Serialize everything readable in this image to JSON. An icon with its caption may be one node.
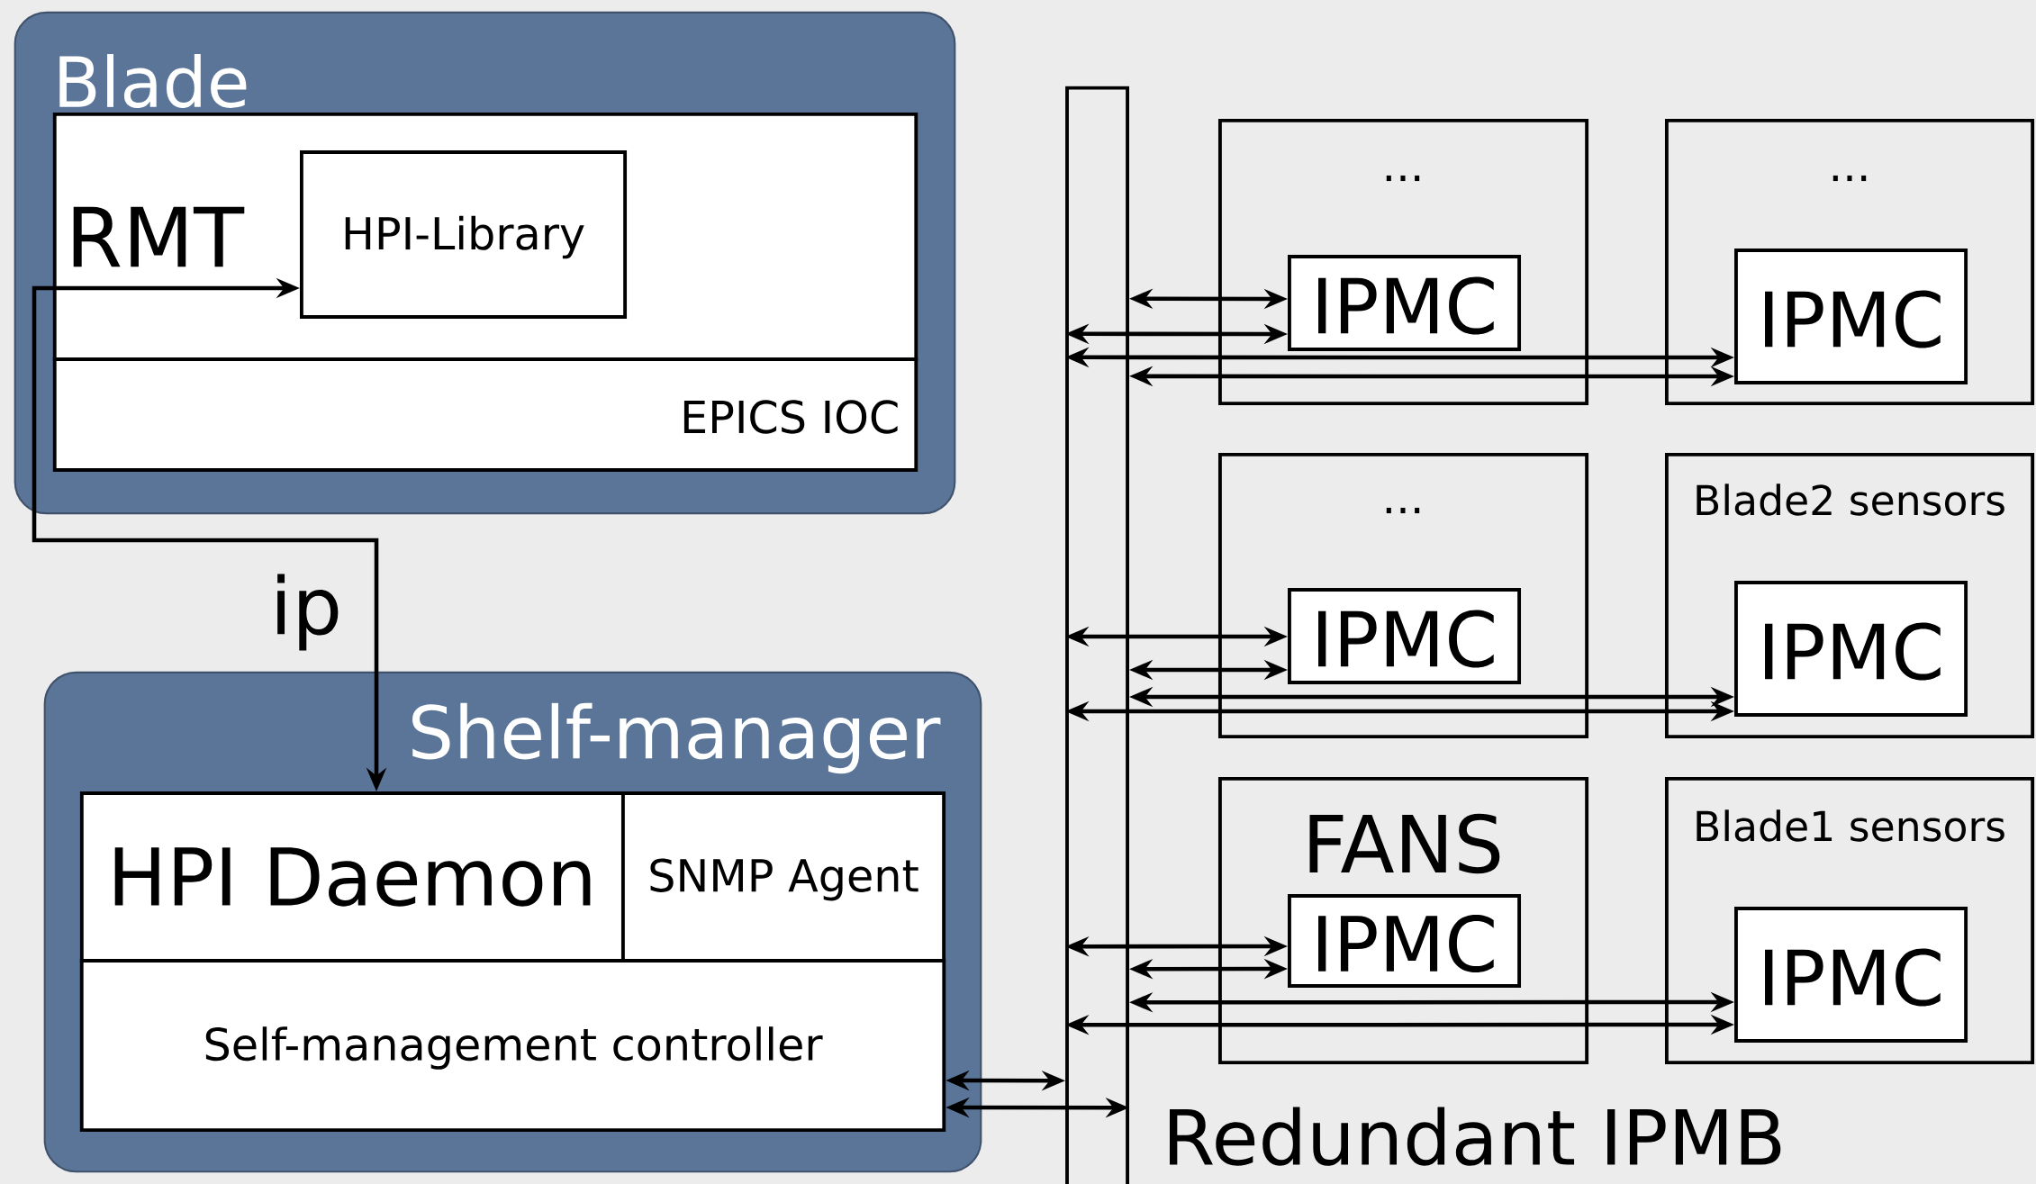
{
  "diagram": {
    "nodes": [
      {
        "text": [
          "Blade"
        ]
      },
      {
        "text": [
          "RMT"
        ],
        "in": 0
      },
      {
        "text": [
          "HPI-Library"
        ],
        "in": 1
      },
      {
        "text": [
          "EPICS IOC"
        ],
        "in": 0
      },
      {
        "text": [
          "Shelf-manager"
        ]
      },
      {
        "text": [
          "HPI Daemon"
        ],
        "in": 4
      },
      {
        "text": [
          "SNMP Agent"
        ],
        "in": 4
      },
      {
        "text": [
          "Self-management controller"
        ],
        "in": 4
      },
      {
        "text": [],
        "shape": "bar",
        "beside": [
          "Redundant IPMB"
        ]
      },
      {
        "text": [
          "..."
        ]
      },
      {
        "text": [
          "IPMC"
        ],
        "in": 9
      },
      {
        "text": [
          "..."
        ]
      },
      {
        "text": [
          "IPMC"
        ],
        "in": 11
      },
      {
        "text": [
          "..."
        ]
      },
      {
        "text": [
          "IPMC"
        ],
        "in": 13
      },
      {
        "text": [
          "Blade2 sensors"
        ]
      },
      {
        "text": [
          "IPMC"
        ],
        "in": 15
      },
      {
        "text": [
          "FANS"
        ]
      },
      {
        "text": [
          "IPMC"
        ],
        "in": 17
      },
      {
        "text": [
          "Blade1 sensors"
        ]
      },
      {
        "text": [
          "IPMC"
        ],
        "in": 19
      }
    ],
    "edges": [
      {
        "from": 2,
        "to": 5,
        "arrow": "both",
        "label": "ip"
      },
      {
        "from": 7,
        "to": 8,
        "arrow": "both"
      },
      {
        "from": 7,
        "to": 8,
        "arrow": "both"
      },
      {
        "from": 10,
        "to": 8,
        "arrow": "both"
      },
      {
        "from": 10,
        "to": 8,
        "arrow": "both"
      },
      {
        "from": 12,
        "to": 8,
        "arrow": "both"
      },
      {
        "from": 12,
        "to": 8,
        "arrow": "both"
      },
      {
        "from": 14,
        "to": 8,
        "arrow": "both"
      },
      {
        "from": 14,
        "to": 8,
        "arrow": "both"
      },
      {
        "from": 16,
        "to": 8,
        "arrow": "both"
      },
      {
        "from": 16,
        "to": 8,
        "arrow": "both"
      },
      {
        "from": 18,
        "to": 8,
        "arrow": "both"
      },
      {
        "from": 18,
        "to": 8,
        "arrow": "both"
      },
      {
        "from": 20,
        "to": 8,
        "arrow": "both"
      },
      {
        "from": 20,
        "to": 8,
        "arrow": "both"
      }
    ]
  }
}
